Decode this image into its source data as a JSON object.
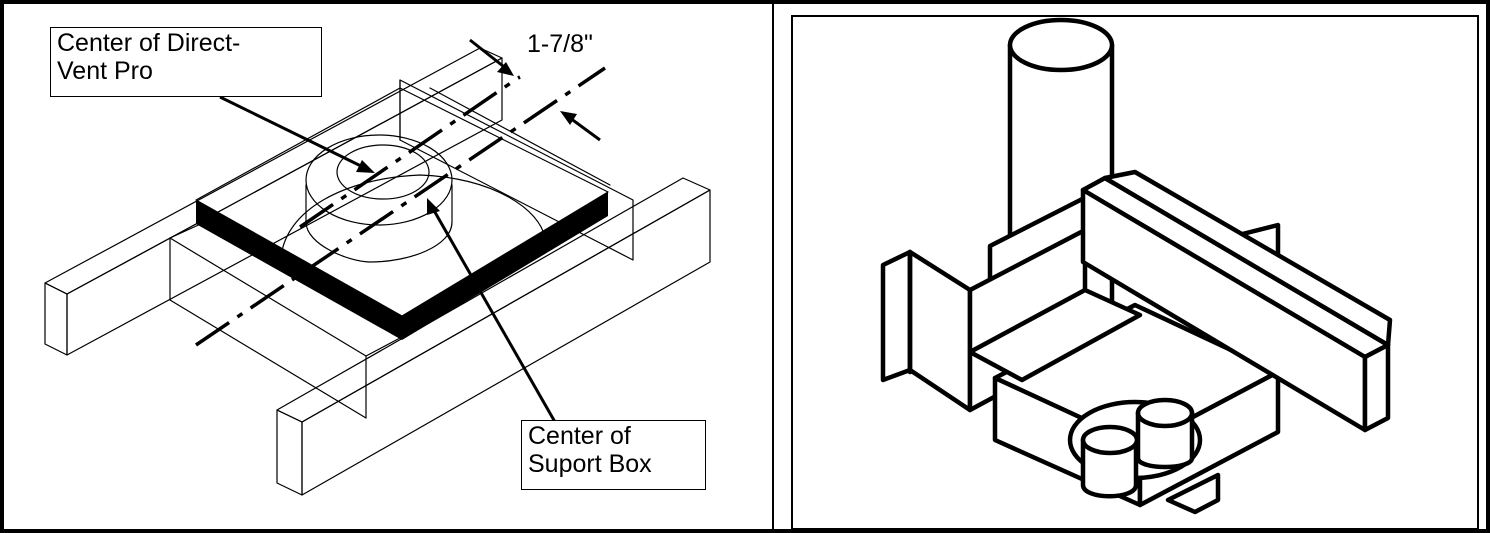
{
  "figure": {
    "left_panel": {
      "label_vent_center": [
        "Center of Direct-",
        "Vent Pro"
      ],
      "label_box_center": [
        "Center of",
        "Suport Box"
      ],
      "dimension": "1-7/8\""
    }
  },
  "colors": {
    "ink": "#000000",
    "paper": "#ffffff"
  }
}
